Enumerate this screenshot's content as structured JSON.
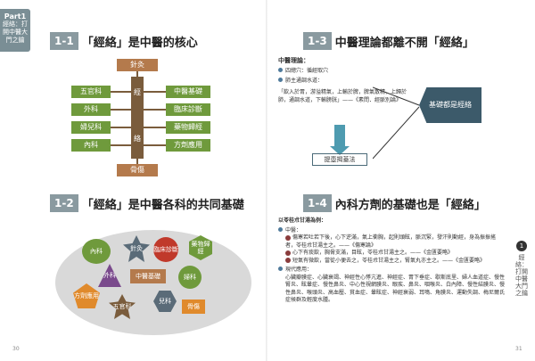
{
  "part_tab": {
    "number": "Part1",
    "text": "經絡：打開中醫大門之鑰"
  },
  "sections": [
    {
      "badge": "1-1",
      "title": "「經絡」是中醫的核心"
    },
    {
      "badge": "1-2",
      "title": "「經絡」是中醫各科的共同基礎"
    },
    {
      "badge": "1-3",
      "title": "中醫理論都離不開「經絡」"
    },
    {
      "badge": "1-4",
      "title": "內科方劑的基礎也是「經絡」"
    }
  ],
  "core_diagram": {
    "top": "針灸",
    "bottom": "骨傷",
    "bar_chars": [
      "經",
      "絡"
    ],
    "left": [
      "五官科",
      "外科",
      "婦兒科",
      "內科"
    ],
    "right": [
      "中醫基礎",
      "臨床診斷",
      "藥物歸經",
      "方劑應用"
    ]
  },
  "venn": {
    "items": [
      "內科",
      "針灸",
      "臨床診斷",
      "藥物歸經",
      "外科",
      "中醫基礎",
      "婦科",
      "方劑應用",
      "兒科",
      "五官科",
      "骨傷"
    ]
  },
  "theory": {
    "heading": "中醫理論：",
    "bullets": [
      "四總穴：循經取穴",
      "肺主通調水道："
    ],
    "quote": "「飲入於胃，游溢精氣，上輸於脾，脾氣散精，上歸於肺，通調水道，下輸膀胱」——《素問．經脈別論》",
    "method": "提壺揭蓋法",
    "conclusion": "基礎都是經絡"
  },
  "formula": {
    "intro": "以苓桂朮甘湯為例：",
    "bullet1": "中醫：",
    "items": [
      "傷寒若吐若下後，心下逆滿，氣上衝胸，起則頭眩，脈沉緊，發汗則動經，身為振振搖者，苓桂朮甘湯主之。——《傷寒論》",
      "心下有痰飲，胸脅支滿，目眩，苓桂朮甘湯主之。——《金匱要略》",
      "短氣有微飲，當從小便去之，苓桂朮甘湯主之，腎氣丸亦主之。——《金匱要略》"
    ],
    "bullet2": "現代應用：",
    "modern": "心臟瓣膜症、心臟衰竭、神經性心悸亢進、神經症、胃下垂症、歇斯底里、婦人血道症、慢性腎炎、眩暈症、慢性鼻炎、中心性視網膜炎、眼疾、鼻炎、咽喉炎、白內障、慢性結膜炎、慢性鼻炎、喉頭炎、高血壓、貧血症、暈眩症、神經衰弱、耳鳴、角膜炎、運動失調、梅尼爾氏症候群及輕度水腫。"
  },
  "side_tab": "經絡：打開中醫大門之鑰",
  "side_num": "1",
  "page_numbers": [
    "30",
    "31"
  ]
}
